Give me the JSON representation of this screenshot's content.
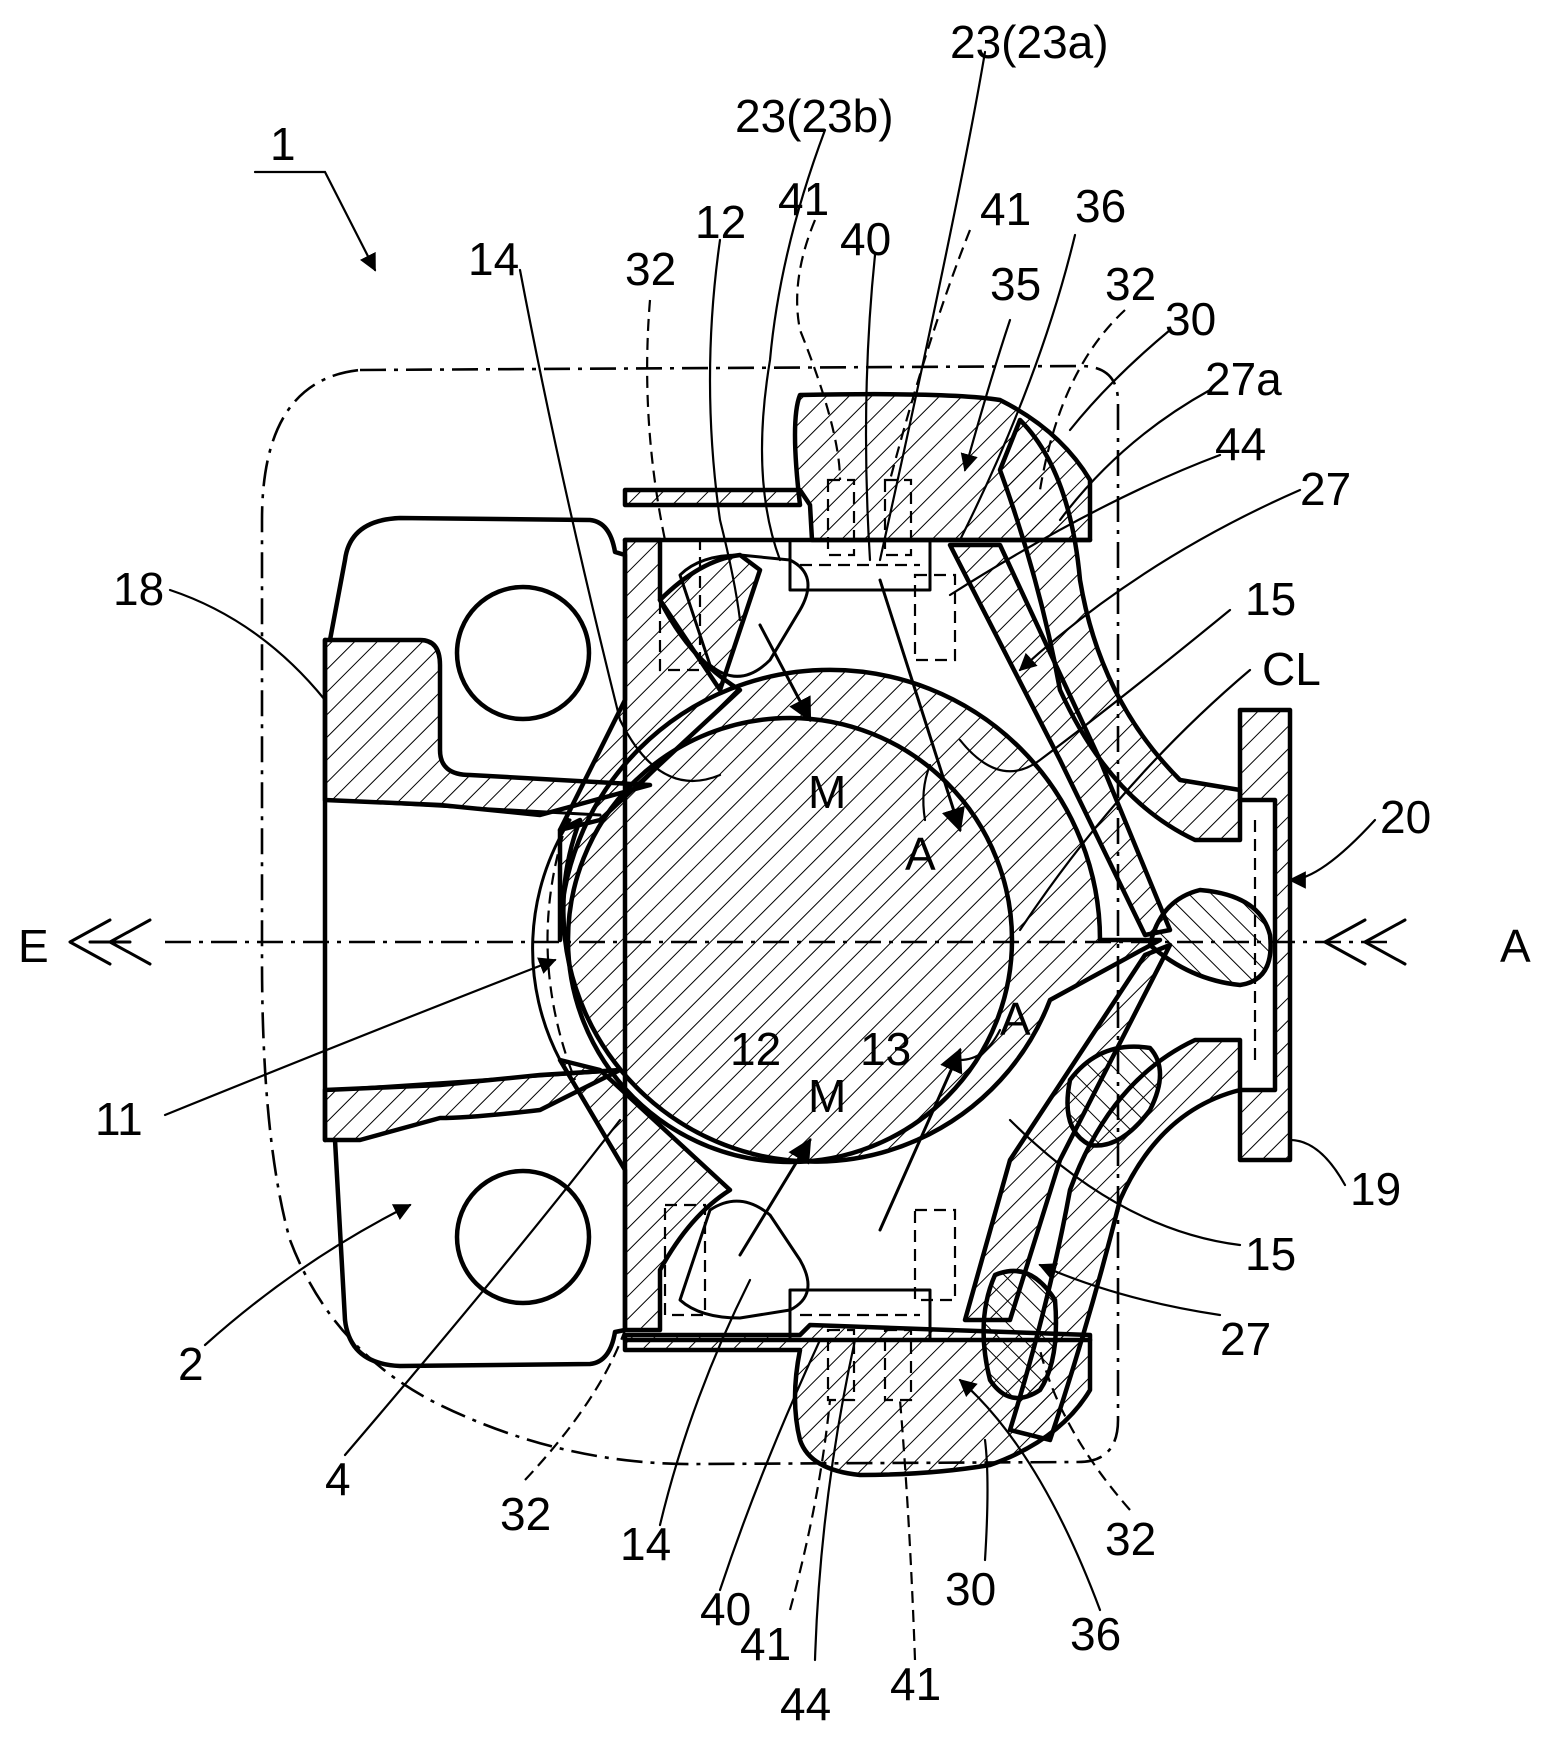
{
  "figure": {
    "labels": {
      "l1": "1",
      "l23a": "23(23a)",
      "l23b": "23(23b)",
      "l12_top": "12",
      "l41_top1": "41",
      "l41_top2": "41",
      "l36_top": "36",
      "l14_top": "14",
      "l32_tl": "32",
      "l40_top": "40",
      "l35": "35",
      "l32_tr": "32",
      "l30_top": "30",
      "l27a": "27a",
      "l44_top": "44",
      "l27_top": "27",
      "l18": "18",
      "l15_top": "15",
      "lCL": "CL",
      "lM_top": "M",
      "l20": "20",
      "lA_mid": "A",
      "lE": "E",
      "lA_right": "A",
      "lA_low": "A",
      "l12_bot": "12",
      "l13": "13",
      "lM_bot": "M",
      "l11": "11",
      "l19": "19",
      "l15_bot": "15",
      "l2": "2",
      "l27_bot": "27",
      "l4": "4",
      "l32_bl": "32",
      "l14_bot": "14",
      "l32_br": "32",
      "l40_bot": "40",
      "l30_bot": "30",
      "l36_bot": "36",
      "l41_bot1": "41",
      "l44_bot": "44",
      "l41_bot2": "41"
    }
  }
}
